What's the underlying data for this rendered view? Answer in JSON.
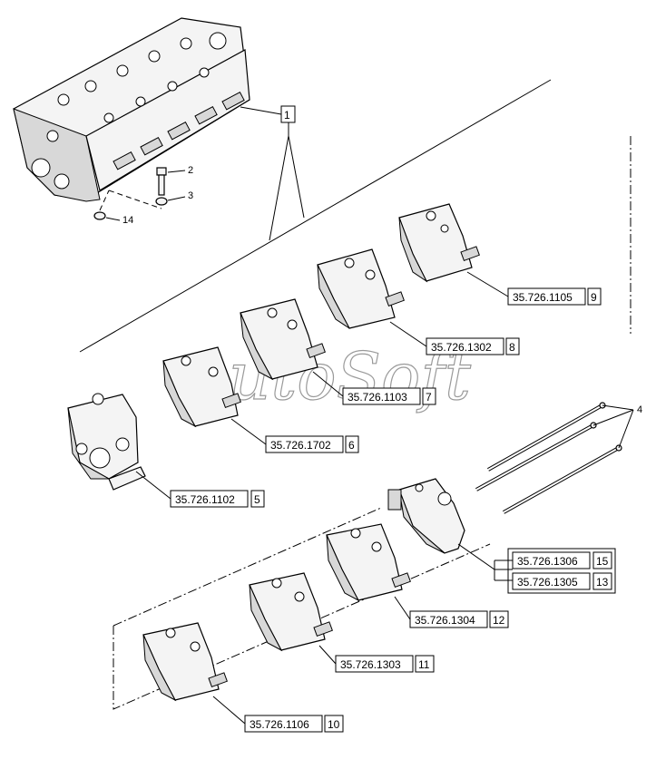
{
  "watermark": "AutoSoft",
  "callouts": {
    "main_assembly": "1",
    "bolt": "2",
    "washer": "3",
    "tie_rods": "4",
    "nut": "14"
  },
  "parts": [
    {
      "code": "35.726.1105",
      "ref": "9"
    },
    {
      "code": "35.726.1302",
      "ref": "8"
    },
    {
      "code": "35.726.1103",
      "ref": "7"
    },
    {
      "code": "35.726.1702",
      "ref": "6"
    },
    {
      "code": "35.726.1102",
      "ref": "5"
    },
    {
      "code": "35.726.1306",
      "ref": "15"
    },
    {
      "code": "35.726.1305",
      "ref": "13"
    },
    {
      "code": "35.726.1304",
      "ref": "12"
    },
    {
      "code": "35.726.1303",
      "ref": "11"
    },
    {
      "code": "35.726.1106",
      "ref": "10"
    }
  ]
}
